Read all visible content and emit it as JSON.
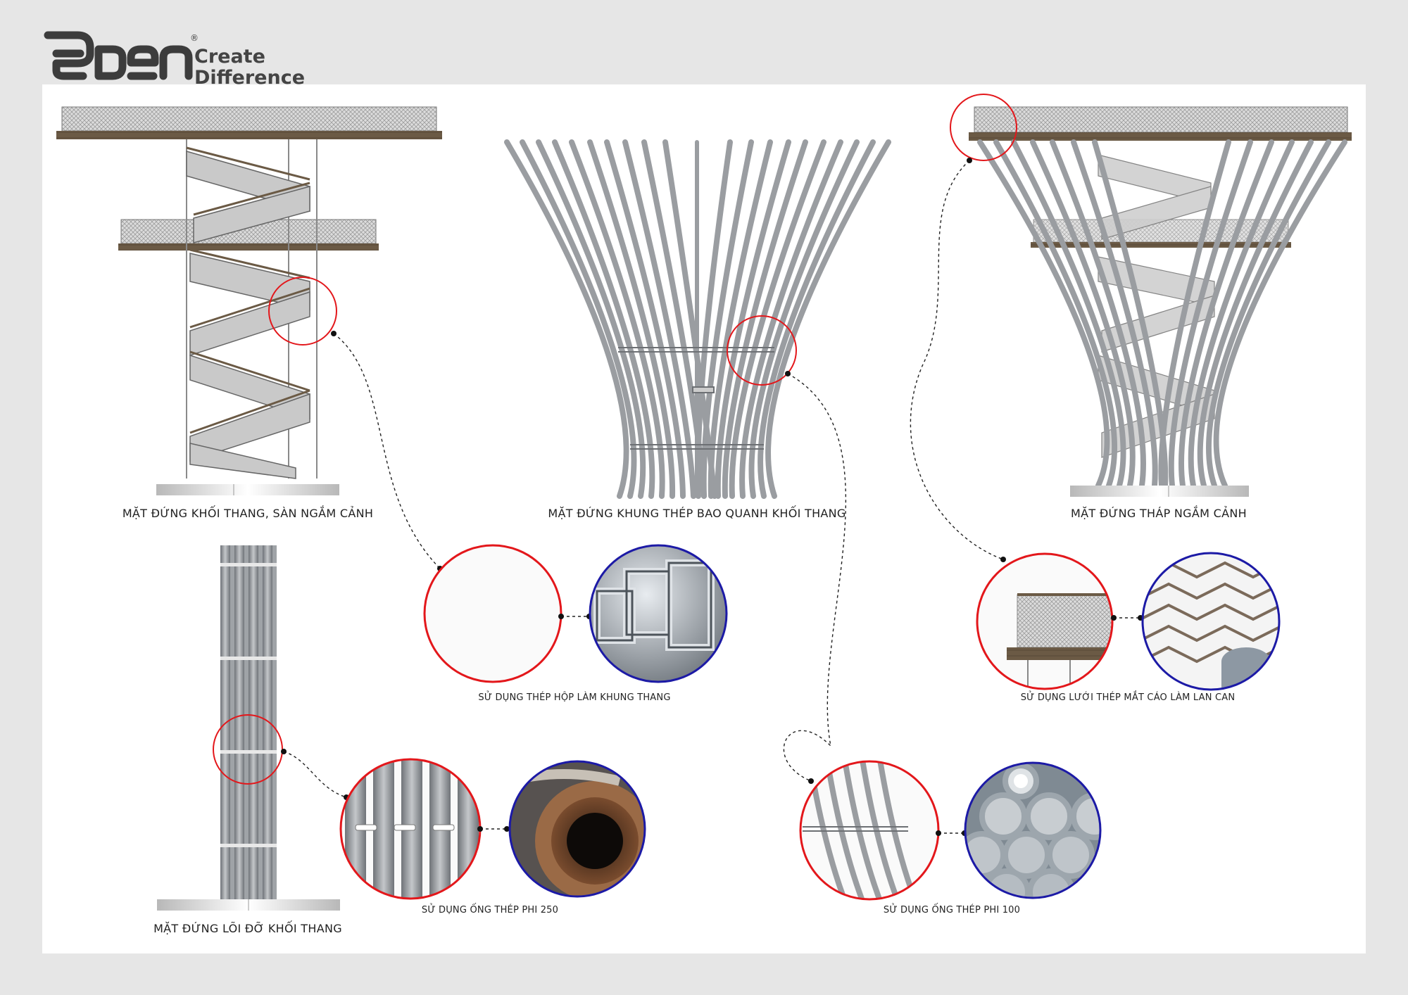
{
  "brand": {
    "logo_text": "Eden",
    "registered_mark": "®",
    "tagline_line1": "Create",
    "tagline_line2": "Difference"
  },
  "captions": {
    "stair_elevation": "MẶT ĐỨNG KHỐI THANG, SÀN NGẮM CẢNH",
    "frame_elevation": "MẶT ĐỨNG KHUNG THÉP BAO QUANH KHỐI THANG",
    "tower_elevation": "MẶT ĐỨNG THÁP NGẮM CẢNH",
    "core_elevation": "MẶT ĐỨNG LÕI ĐỠ KHỐI THANG"
  },
  "details": {
    "box_steel": "SỬ DỤNG THÉP HỘP LÀM KHUNG THANG",
    "mesh": "SỬ DỤNG LƯỚI THÉP MẮT CÁO LÀM LAN CAN",
    "pipe_250": "SỬ DỤNG ỐNG THÉP PHI 250",
    "pipe_100": "SỬ DỤNG ỐNG THÉP PHI 100"
  },
  "colors": {
    "background": "#e6e6e6",
    "sheet": "#ffffff",
    "highlight_circle": "#e3171b",
    "material_circle": "#1c1aa6",
    "steel": "#8f9296",
    "deck": "#6b5a45",
    "logo": "#3c3c3c"
  },
  "icons": {
    "logo": "eden-logo-mark",
    "callout": "dashed-leader-line"
  }
}
